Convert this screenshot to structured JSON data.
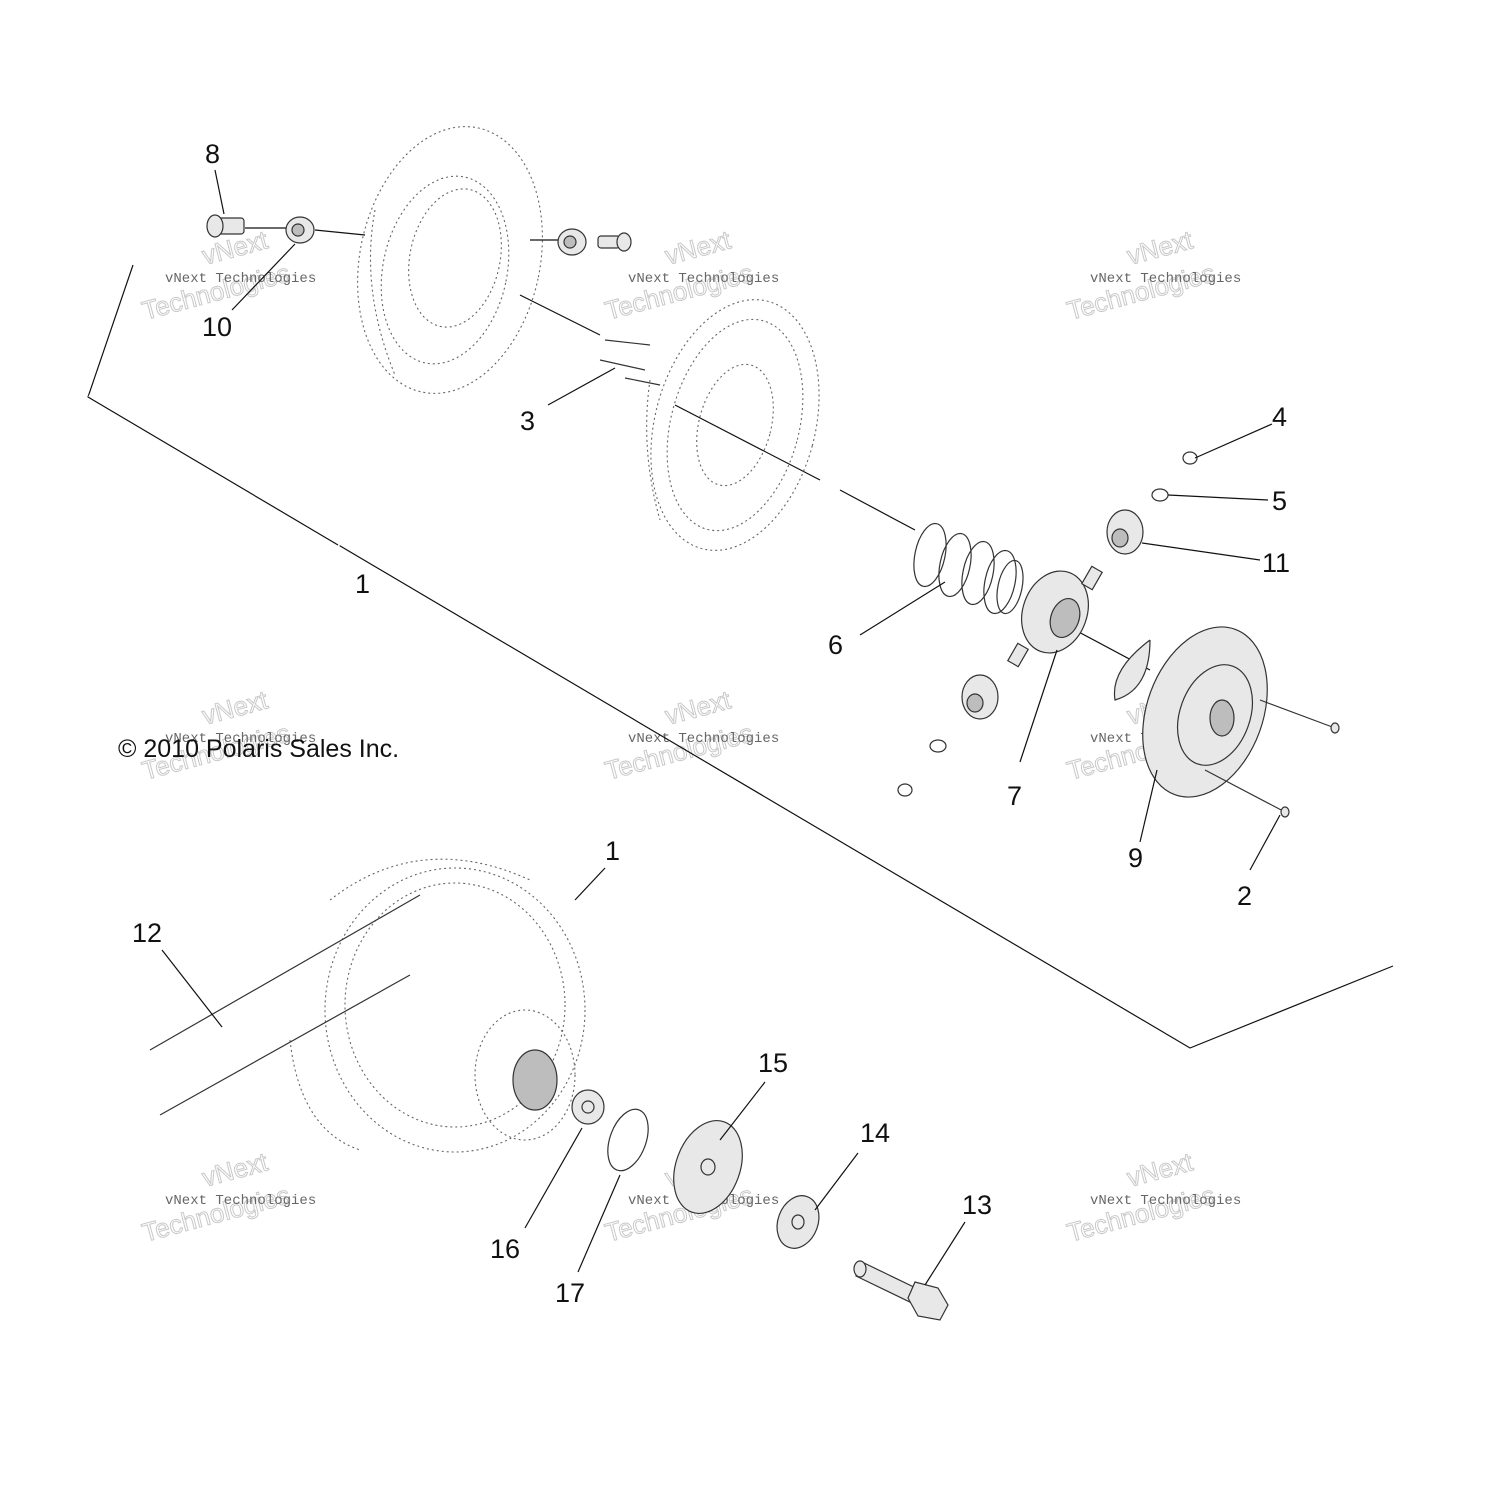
{
  "copyright": "© 2010 Polaris Sales Inc.",
  "watermark": {
    "line1": "vNext Technologies",
    "line2": "vNext",
    "line3": "Technologies"
  },
  "callouts": {
    "c8": "8",
    "c10": "10",
    "c3": "3",
    "c4": "4",
    "c5": "5",
    "c11": "11",
    "c1_top": "1",
    "c6": "6",
    "c7": "7",
    "c9": "9",
    "c2": "2",
    "c1_bottom": "1",
    "c12": "12",
    "c15": "15",
    "c14": "14",
    "c13": "13",
    "c16": "16",
    "c17": "17"
  }
}
